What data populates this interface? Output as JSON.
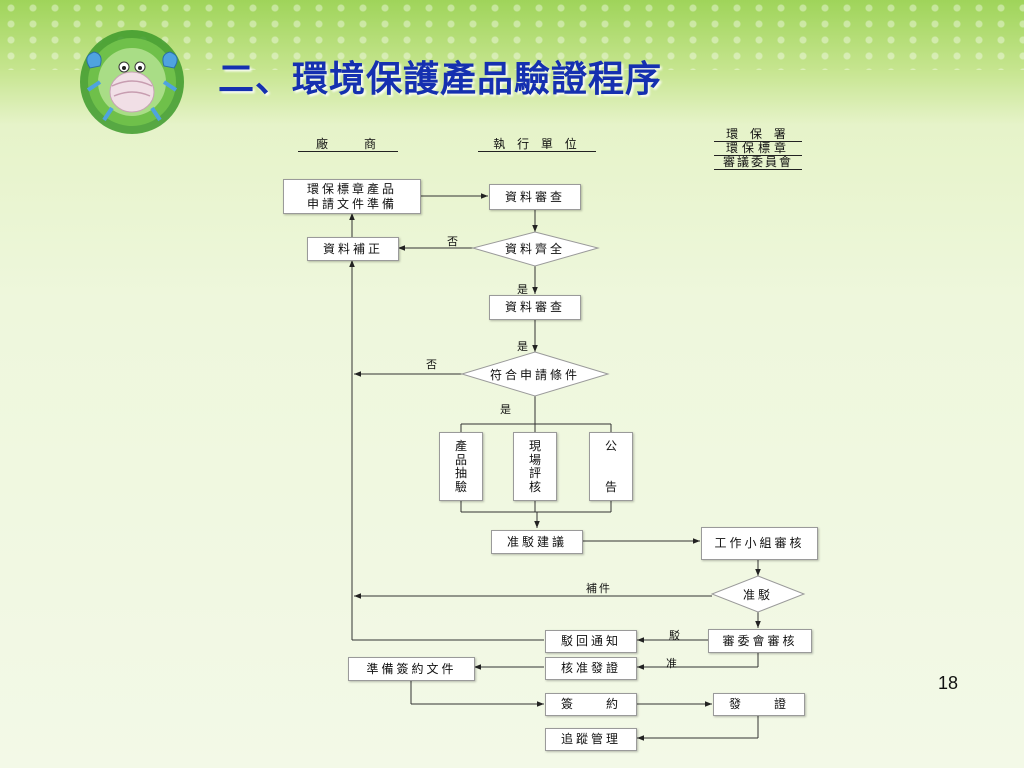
{
  "slide": {
    "title": "二、環境保護產品驗證程序",
    "page_number": "18"
  },
  "columns": {
    "manufacturer": "廠　　商",
    "executing_unit": "執 行 單 位",
    "epa_line1": "環 保 署",
    "epa_line2": "環保標章",
    "epa_line3": "審議委員會"
  },
  "nodes": {
    "apply_docs_line1": "環保標章產品",
    "apply_docs_line2": "申請文件準備",
    "doc_review_1": "資料審查",
    "doc_complete": "資料齊全",
    "doc_supplement": "資料補正",
    "doc_review_2": "資料審查",
    "meets_conditions": "符合申請條件",
    "sampling": "產\n品\n抽\n驗",
    "onsite": "現\n場\n評\n核",
    "announce": "公\n\n\n告",
    "recommendation": "准駁建議",
    "working_group": "工作小組審核",
    "approve_reject": "准駁",
    "committee": "審委會審核",
    "reject_notice": "駁回通知",
    "approve_cert": "核准發證",
    "prepare_contract": "準備簽約文件",
    "sign": "簽　　約",
    "issue_cert": "發　　證",
    "tracking": "追蹤管理"
  },
  "edge_labels": {
    "no_1": "否",
    "yes_1": "是",
    "yes_2": "是",
    "no_2": "否",
    "yes_3": "是",
    "supplement": "補件",
    "reject": "駁",
    "approve": "准"
  },
  "colors": {
    "title": "#1530b0",
    "line": "#333333"
  }
}
